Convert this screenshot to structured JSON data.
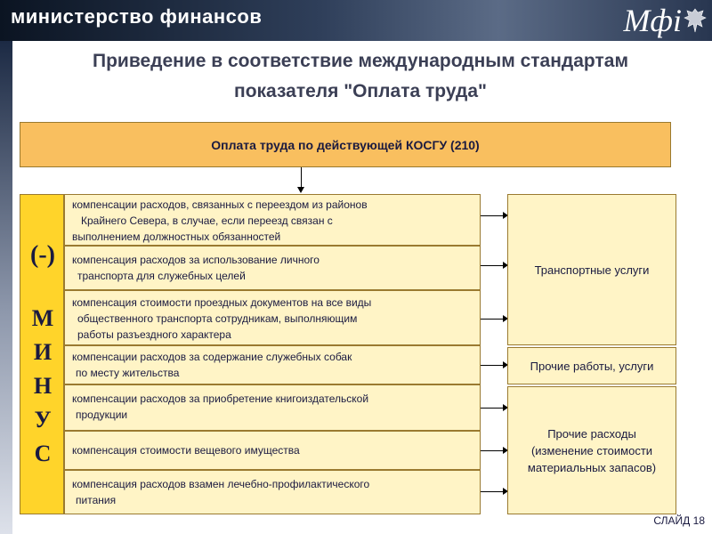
{
  "header": {
    "ministry": "министерство финансов",
    "logo_text": "Мфi"
  },
  "title": {
    "line1": "Приведение в соответствие международным стандартам",
    "line2": "показателя \"Оплата труда\""
  },
  "top_box": "Оплата труда по действующей КОСГУ (210)",
  "minus": {
    "sign": "(-)",
    "letters": [
      "М",
      "И",
      "Н",
      "У",
      "С"
    ]
  },
  "items": [
    [
      "компенсации расходов, связанных с переездом из районов",
      "Крайнего Севера, в случае, если  переезд связан с",
      "выполнением должностных обязанностей"
    ],
    [
      "компенсация расходов за использование личного",
      "транспорта для служебных целей"
    ],
    [
      "компенсация стоимости проездных документов на все виды",
      "общественного транспорта сотрудникам, выполняющим",
      "работы разъездного характера"
    ],
    [
      "компенсации расходов за содержание служебных собак",
      "по месту жительства"
    ],
    [
      "компенсации расходов за приобретение книгоиздательской",
      "продукции"
    ],
    [
      "компенсация стоимости вещевого имущества"
    ],
    [
      "компенсация расходов взамен лечебно-профилактического",
      "питания"
    ]
  ],
  "categories": [
    [
      "Транспортные услуги"
    ],
    [
      "Прочие работы, услуги"
    ],
    [
      "Прочие расходы",
      "(изменение стоимости",
      "материальных запасов)"
    ]
  ],
  "slide_number": "СЛАЙД 18"
}
